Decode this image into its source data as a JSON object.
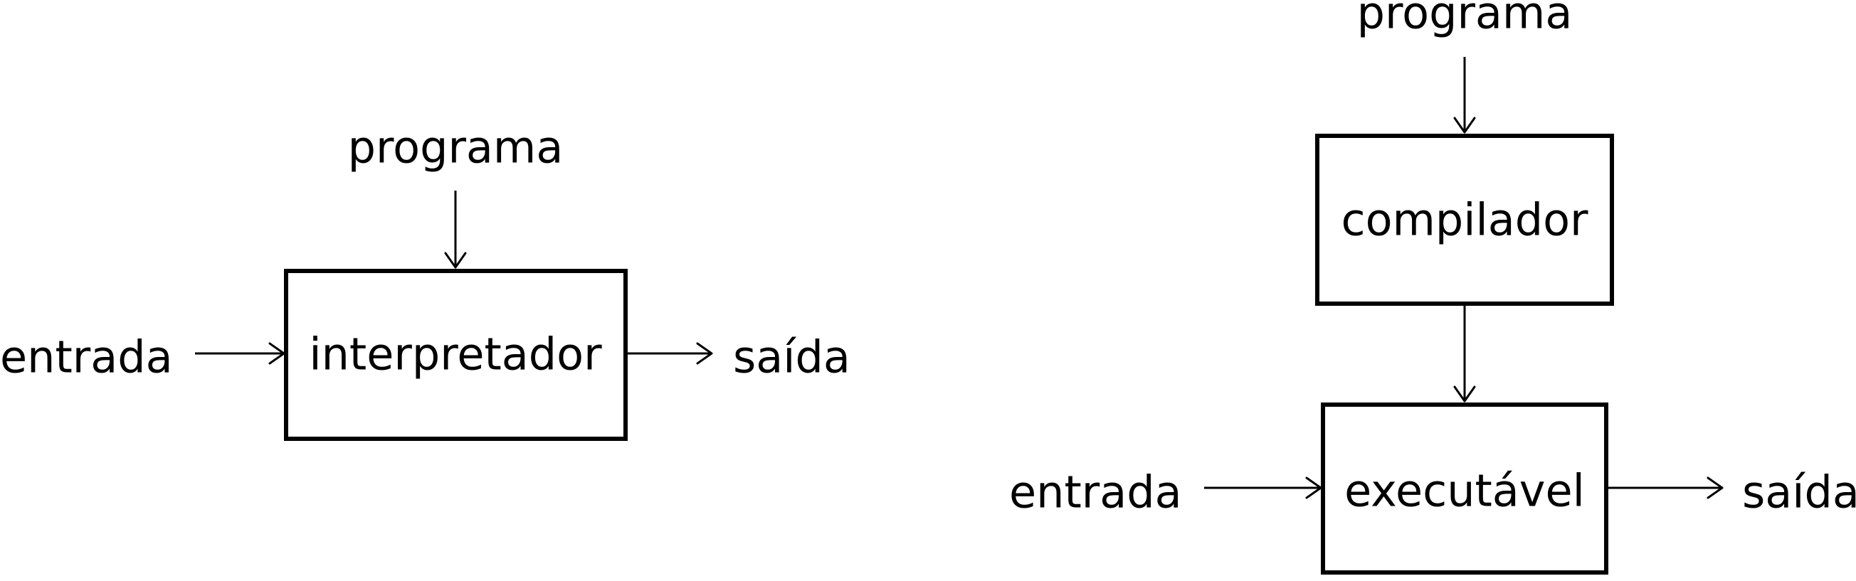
{
  "interpreter_diagram": {
    "program_label": "programa",
    "input_label": "entrada",
    "box_label": "interpretador",
    "output_label": "saída"
  },
  "compiler_diagram": {
    "program_label": "programa",
    "compiler_box_label": "compilador",
    "executable_box_label": "executável",
    "input_label": "entrada",
    "output_label": "saída"
  }
}
